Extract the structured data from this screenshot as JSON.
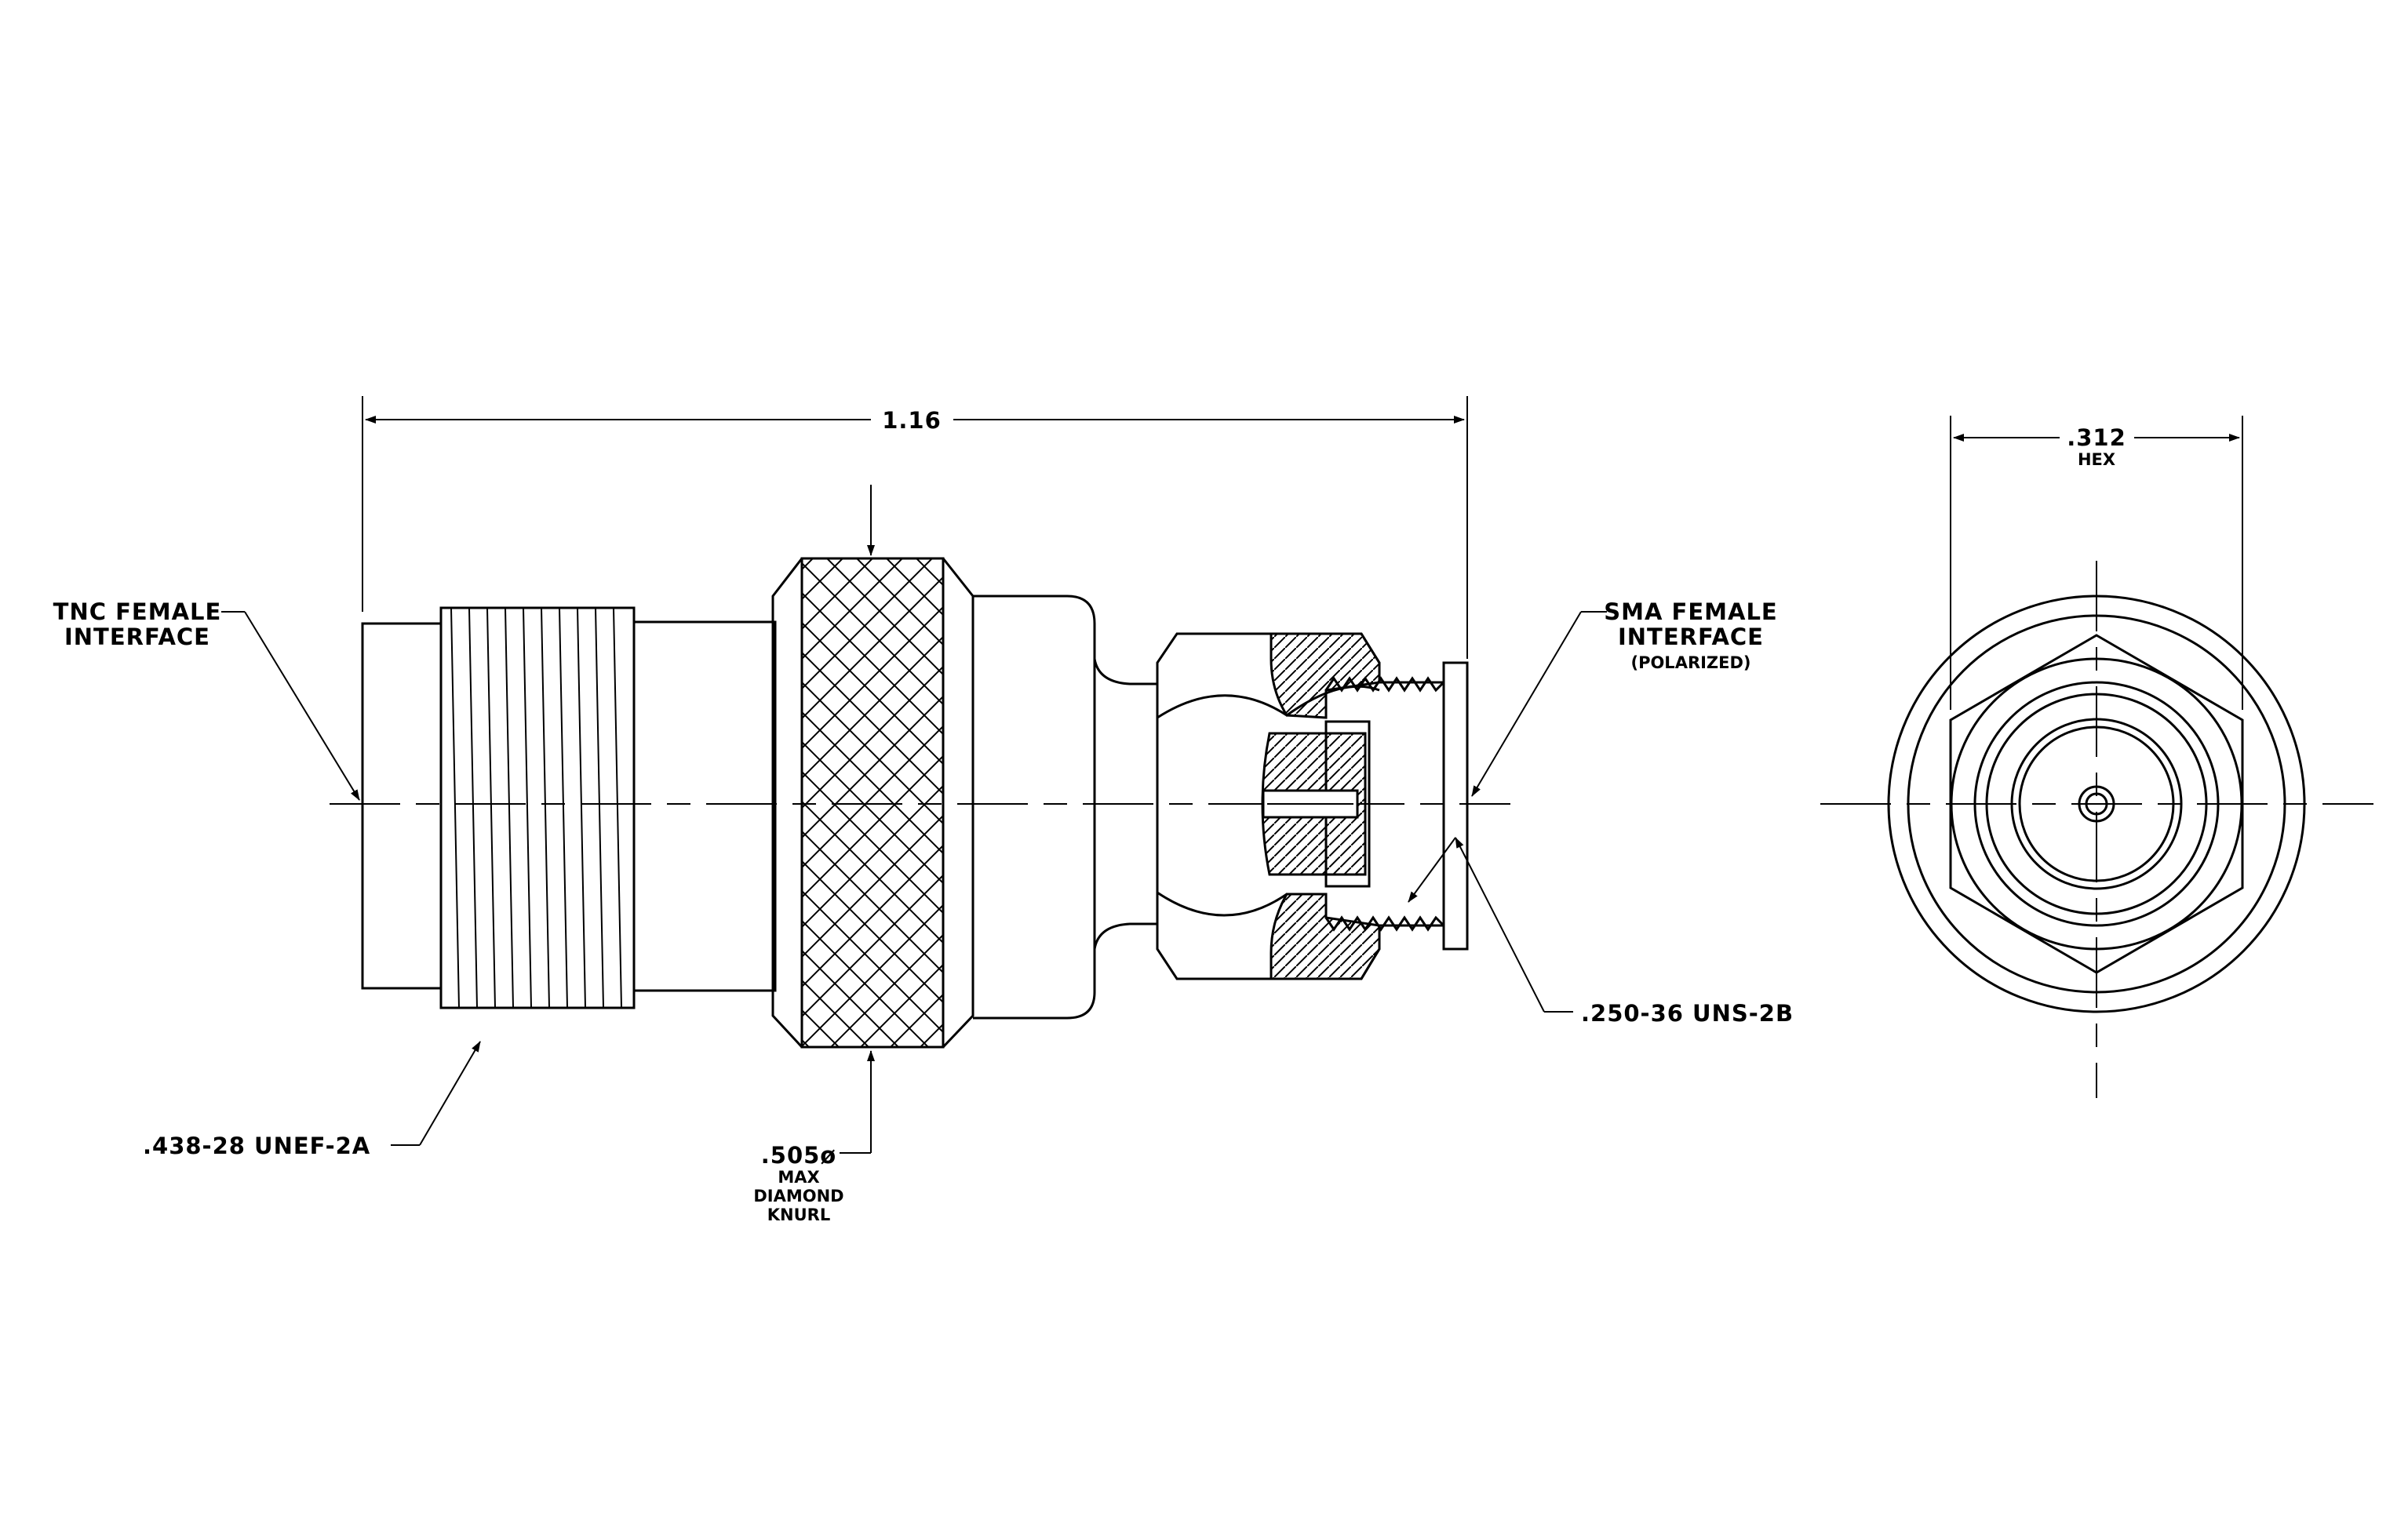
{
  "drawing": {
    "dim_length": "1.16",
    "dim_hex": ".312",
    "dim_hex_sub": "HEX",
    "tnc_label_1": "TNC FEMALE",
    "tnc_label_2": "INTERFACE",
    "sma_label_1": "SMA FEMALE",
    "sma_label_2": "INTERFACE",
    "sma_label_3": "(POLARIZED)",
    "thread_tnc": ".438-28 UNEF-2A",
    "thread_sma": ".250-36 UNS-2B",
    "knurl_1": ".505ø",
    "knurl_2": "MAX",
    "knurl_3": "DIAMOND",
    "knurl_4": "KNURL"
  }
}
